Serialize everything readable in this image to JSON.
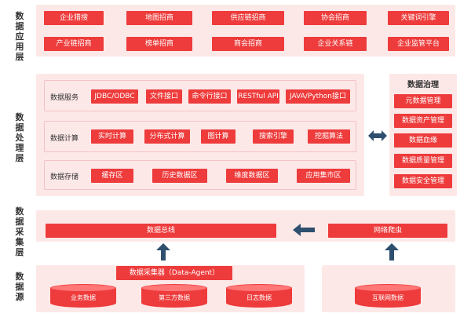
{
  "layers": {
    "app": "数据应用层",
    "process": "数据处理层",
    "collect": "数据采集层",
    "source": "数据源"
  },
  "app_layer": {
    "row1": [
      "企业猎搜",
      "地图招商",
      "供应链招商",
      "协会招商",
      "关键词引擎"
    ],
    "row2": [
      "产业链招商",
      "榜单招商",
      "商会招商",
      "企业关系链",
      "企业监管平台"
    ]
  },
  "processing": {
    "service": {
      "label": "数据服务",
      "items": [
        "JDBC/ODBC",
        "文件接口",
        "命令行接口",
        "RESTful API",
        "JAVA/Python接口"
      ]
    },
    "compute": {
      "label": "数据计算",
      "items": [
        "实时计算",
        "分布式计算",
        "图计算",
        "搜索引擎",
        "挖掘算法"
      ]
    },
    "storage": {
      "label": "数据存储",
      "items": [
        "缓存区",
        "历史数据区",
        "维度数据区",
        "应用集市区"
      ]
    }
  },
  "governance": {
    "title": "数据治理",
    "items": [
      "元数据管理",
      "数据资产管理",
      "数据血缘",
      "数据质量管理",
      "数据安全管理"
    ]
  },
  "collection": {
    "bus": "数据总线",
    "crawler": "网络爬虫"
  },
  "sources": {
    "agent": "数据采集器（Data-Agent）",
    "dbs": [
      "业务数据",
      "第三方数据",
      "日志数据"
    ],
    "internet": "互联网数据"
  },
  "colors": {
    "accent": "#ee3b3b",
    "panel": "#fde8e8",
    "arrow": "#2f4f6f"
  }
}
